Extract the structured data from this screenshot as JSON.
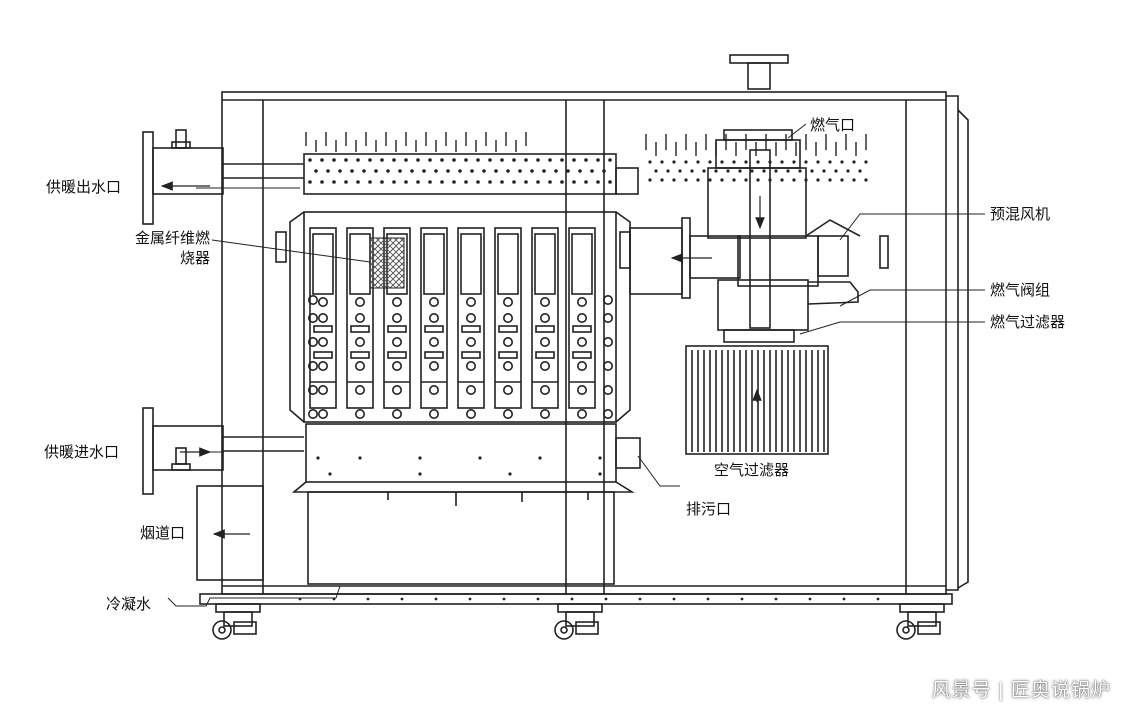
{
  "diagram": {
    "labels": {
      "heating_outlet": "供暖出水口",
      "burner_line1": "金属纤维燃",
      "burner_line2": "烧器",
      "heating_inlet": "供暖进水口",
      "flue": "烟道口",
      "condensate": "冷凝水",
      "gas_inlet": "燃气口",
      "premix_fan": "预混风机",
      "gas_valve": "燃气阀组",
      "gas_filter": "燃气过滤器",
      "air_filter": "空气过滤器",
      "drain": "排污口"
    },
    "watermark": {
      "source": "风景号",
      "author": "匠奥说锅炉"
    },
    "colors": {
      "line": "#222222",
      "background": "#ffffff",
      "hatch": "#555555"
    }
  }
}
